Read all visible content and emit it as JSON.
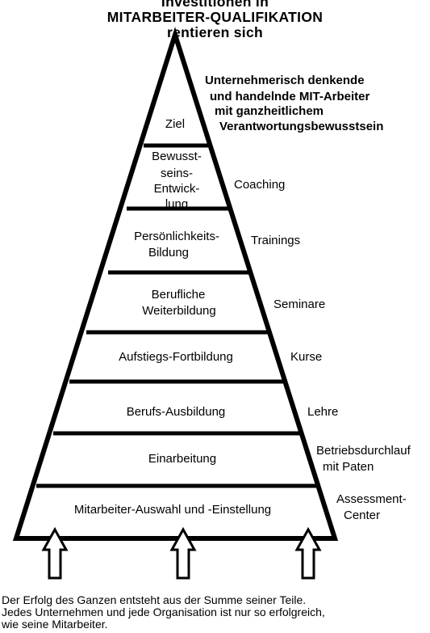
{
  "title": {
    "line1": "Investitionen in",
    "line2": "MITARBEITER-QUALIFIKATION",
    "line3": "rentieren sich"
  },
  "goal_text": [
    "Unternehmerisch denkende",
    "und handelnde MIT-Arbeiter",
    "mit ganzheitlichem",
    "Verantwortungsbewusstsein"
  ],
  "levels": {
    "ziel": [
      "Ziel"
    ],
    "bewusstsein": [
      "Bewusst-",
      "seins-",
      "Entwick-",
      "lung"
    ],
    "persoenlichkeit": [
      "Persönlichkeits-",
      "Bildung"
    ],
    "beruflich": [
      "Berufliche",
      "Weiterbildung"
    ],
    "aufstieg": [
      "Aufstiegs-Fortbildung"
    ],
    "ausbildung": [
      "Berufs-Ausbildung"
    ],
    "einarbeitung": [
      "Einarbeitung"
    ],
    "auswahl": [
      "Mitarbeiter-Auswahl und -Einstellung"
    ]
  },
  "methods": {
    "coaching": [
      "Coaching"
    ],
    "trainings": [
      "Trainings"
    ],
    "seminare": [
      "Seminare"
    ],
    "kurse": [
      "Kurse"
    ],
    "lehre": [
      "Lehre"
    ],
    "betrieb": [
      "Betriebsdurchlauf",
      "mit Paten"
    ],
    "assessment": [
      "Assessment-",
      "Center"
    ]
  },
  "footer": [
    "Der Erfolg des Ganzen entsteht aus der Summe seiner Teile.",
    "Jedes Unternehmen und jede Organisation ist nur so erfolgreich,",
    "wie seine Mitarbeiter."
  ]
}
